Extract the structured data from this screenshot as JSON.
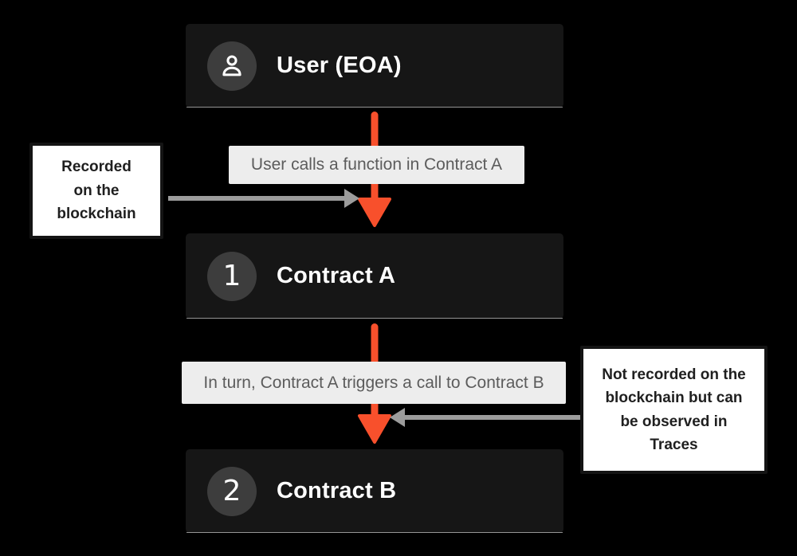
{
  "diagram_title": "Contract call flow (User EOA to Contract A to Contract B)",
  "colors": {
    "background": "#000000",
    "node_background": "#161616",
    "node_text": "#ffffff",
    "badge_circle": "#3d3d3d",
    "caption_background": "#ededed",
    "caption_text": "#5c5c5c",
    "annotation_background": "#ffffff",
    "annotation_border": "#141414",
    "annotation_text": "#1f1f1f",
    "flow_arrow_orange": "#f8502c",
    "side_arrow_gray": "#9c9c9c"
  },
  "nodes": [
    {
      "id": "user-eoa",
      "label": "User (EOA)",
      "badge": "person-icon"
    },
    {
      "id": "contract-a",
      "label": "Contract A",
      "badge": "1"
    },
    {
      "id": "contract-b",
      "label": "Contract B",
      "badge": "2"
    }
  ],
  "captions": [
    {
      "text": "User calls a function in Contract A"
    },
    {
      "text": "In turn, Contract A triggers a call to Contract B"
    }
  ],
  "annotations": [
    {
      "side": "left",
      "lines": [
        "Recorded",
        "on the",
        "blockchain"
      ]
    },
    {
      "side": "right",
      "lines": [
        "Not recorded on the",
        "blockchain but can",
        "be observed in",
        "Traces"
      ]
    }
  ]
}
